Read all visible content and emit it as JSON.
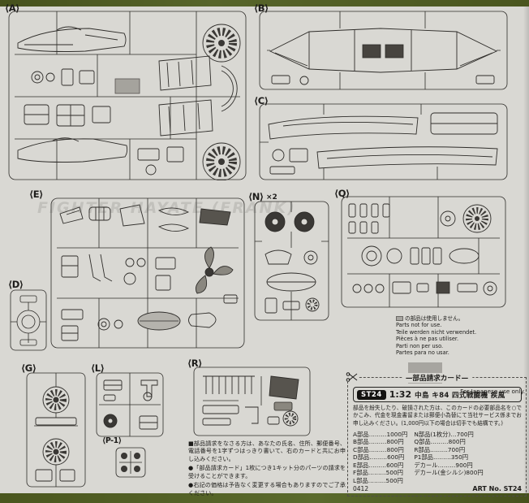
{
  "colors": {
    "border_green": "#4e5a21",
    "paper": "#d9d8d3",
    "ink": "#1d1c1a",
    "unused_gray": "#a7a5a0"
  },
  "sheet": {
    "watermark": "FIGHTER HAYATE (FRANK)",
    "for_japanese_use": "For Japanese use only."
  },
  "sprues": {
    "a": {
      "label": "⟨A⟩"
    },
    "b": {
      "label": "⟨B⟩"
    },
    "c": {
      "label": "⟨C⟩"
    },
    "d": {
      "label": "⟨D⟩"
    },
    "e": {
      "label": "⟨E⟩"
    },
    "n": {
      "label": "⟨N⟩",
      "multiplier": "×2"
    },
    "q": {
      "label": "⟨Q⟩"
    },
    "g": {
      "label": "⟨G⟩"
    },
    "l": {
      "label": "⟨L⟩"
    },
    "r": {
      "label": "⟨R⟩"
    },
    "p1": {
      "label": "⟨P-1⟩"
    }
  },
  "unused_notice": {
    "lines": [
      "の部品は使用しません。",
      "Parts not for use.",
      "Teile werden nicht verwendet.",
      "Pièces à ne pas utiliser.",
      "Parti non per uso.",
      "Partes para no usar."
    ]
  },
  "request_card": {
    "header": "—部品請求カード—",
    "badge": "ST24",
    "scale": "1:32",
    "kit_name": "中島 キ84 四式戦闘機 疾風",
    "instructions": "部品を紛失したり、破損された方は、このカードの必要部品名を○でかこみ、代金を現金書留または郵便小為替にて当社サービス係までお申し込みください。(1,000円以下の場合は切手でも結構です。)",
    "price_list": {
      "left": [
        "A部品………1000円",
        "B部品………800円",
        "C部品………800円",
        "D部品………600円",
        "E部品………600円",
        "F部品………500円",
        "L部品………500円"
      ],
      "right": [
        "N部品(1枚分)…700円",
        "Q部品………800円",
        "R部品………700円",
        "P1部品………350円",
        "デカール………900円",
        "デカール(金シルシ)800円"
      ]
    },
    "date_code": "0412",
    "art_no": "ART No. ST24"
  },
  "request_info": {
    "items": [
      "■部品請求をなさる方は、あなたの氏名、住所、郵便番号、電話番号を1字ずつはっきり書いて、右のカードと共にお申し込みください。",
      "●「部品請求カード」1枚につき1キット分のパーツの請求を受けることができます。",
      "●右記の価格は予告なく変更する場合もありますのでご了承ください。"
    ]
  }
}
